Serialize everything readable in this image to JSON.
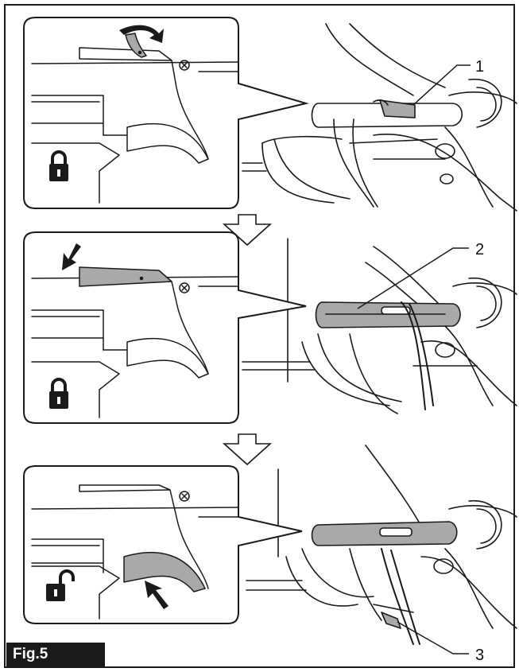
{
  "figure": {
    "label": "Fig.5",
    "callouts": [
      "1",
      "2",
      "3"
    ],
    "steps": [
      {
        "name": "step-1",
        "lock_state": "locked",
        "lever": "trigger-lock-lever",
        "icon": "lock-closed-icon"
      },
      {
        "name": "step-2",
        "lock_state": "locked",
        "lever": "trigger-lock-lever-pressed",
        "icon": "lock-closed-icon"
      },
      {
        "name": "step-3",
        "lock_state": "unlocked",
        "lever": "switch-trigger-pulled",
        "icon": "lock-open-icon"
      }
    ],
    "colors": {
      "line": "#1a1a1a",
      "highlight": "#a9a9a9",
      "background": "#ffffff",
      "label_bg": "#1a1a1a"
    }
  }
}
